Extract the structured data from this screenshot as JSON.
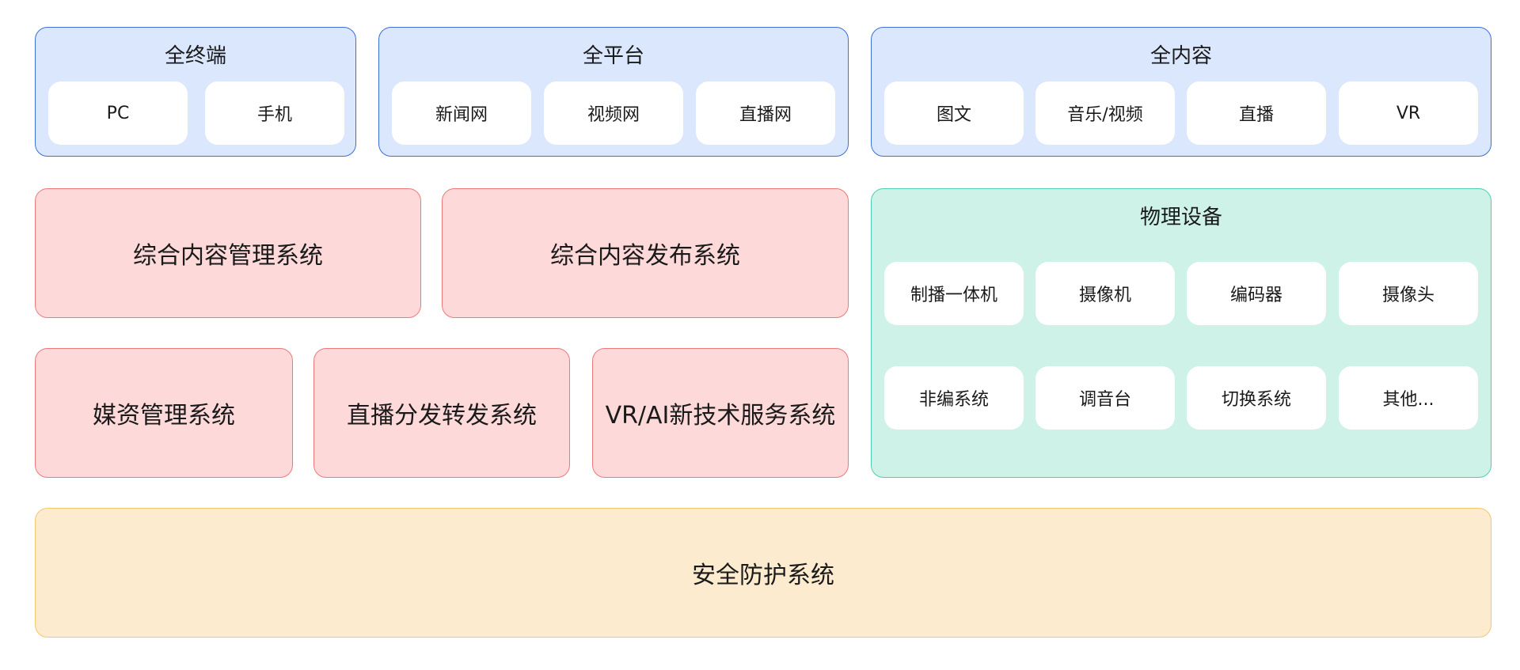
{
  "terminals": {
    "title": "全终端",
    "items": [
      "PC",
      "手机"
    ]
  },
  "platforms": {
    "title": "全平台",
    "items": [
      "新闻网",
      "视频网",
      "直播网"
    ]
  },
  "content": {
    "title": "全内容",
    "items": [
      "图文",
      "音乐/视频",
      "直播",
      "VR"
    ]
  },
  "systems": {
    "cms": "综合内容管理系统",
    "publish": "综合内容发布系统",
    "media_asset": "媒资管理系统",
    "live_distribution": "直播分发转发系统",
    "vr_ai": "VR/AI新技术服务系统"
  },
  "devices": {
    "title": "物理设备",
    "items": [
      "制播一体机",
      "摄像机",
      "编码器",
      "摄像头",
      "非编系统",
      "调音台",
      "切换系统",
      "其他..."
    ]
  },
  "security": {
    "label": "安全防护系统"
  },
  "colors": {
    "blue_fill": "#dbe7fd",
    "blue_border": "#3d6fd6",
    "red_fill": "#fdd9d9",
    "red_border": "#ea7a7a",
    "green_fill": "#cef1e8",
    "green_border": "#4fcfb0",
    "yellow_fill": "#fdebcf",
    "yellow_border": "#f4c66e"
  }
}
